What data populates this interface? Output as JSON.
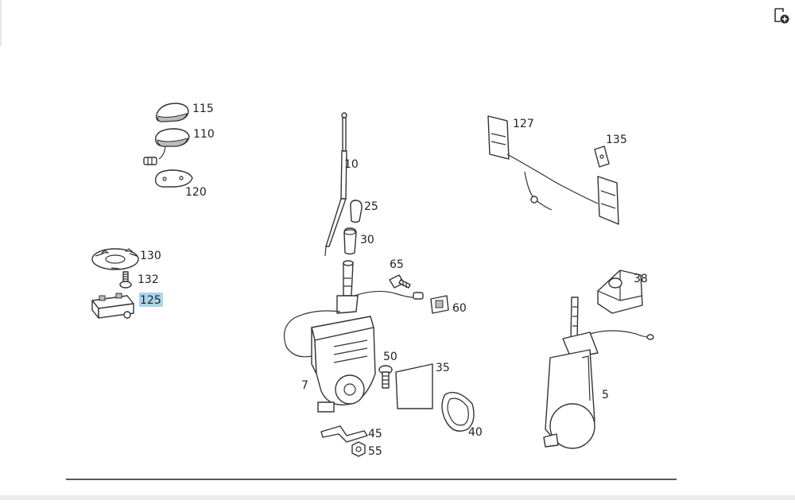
{
  "toolbar": {
    "corner_icon": "page-add-icon"
  },
  "diagram": {
    "highlight_color": "#a8d4ee",
    "labels": [
      {
        "id": "115",
        "text": "115"
      },
      {
        "id": "110",
        "text": "110"
      },
      {
        "id": "120",
        "text": "120"
      },
      {
        "id": "130",
        "text": "130"
      },
      {
        "id": "132",
        "text": "132"
      },
      {
        "id": "125",
        "text": "125",
        "highlighted": true
      },
      {
        "id": "10",
        "text": "10"
      },
      {
        "id": "25",
        "text": "25"
      },
      {
        "id": "30",
        "text": "30"
      },
      {
        "id": "65",
        "text": "65"
      },
      {
        "id": "60",
        "text": "60"
      },
      {
        "id": "50",
        "text": "50"
      },
      {
        "id": "35",
        "text": "35"
      },
      {
        "id": "7",
        "text": "7"
      },
      {
        "id": "45",
        "text": "45"
      },
      {
        "id": "55",
        "text": "55"
      },
      {
        "id": "40",
        "text": "40"
      },
      {
        "id": "127",
        "text": "127"
      },
      {
        "id": "135",
        "text": "135"
      },
      {
        "id": "38",
        "text": "38"
      },
      {
        "id": "5",
        "text": "5"
      }
    ]
  }
}
